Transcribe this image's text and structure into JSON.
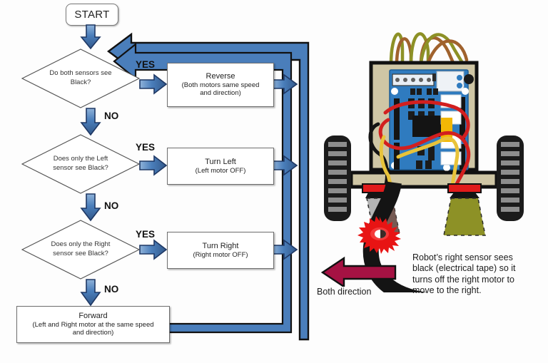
{
  "diagram": {
    "title": "Line-following robot decision flowchart",
    "colors": {
      "arrow_blue_fill": "#4a7ebb",
      "arrow_blue_stroke": "#1f3864",
      "loop_blue": "#4a7ebb",
      "loop_stroke": "#111111",
      "box_border": "#6e6e6e",
      "box_fill": "#ffffff",
      "magenta_arrow": "#a51243",
      "tape_black": "#141414",
      "sensor_olive": "#8d9126",
      "sensor_gray": "#b3b3b3",
      "board_blue": "#2f7bbf",
      "chassis_tan": "#cfc6a5"
    },
    "start": {
      "label": "START"
    },
    "decisions": [
      {
        "id": "d1",
        "line1": "Do both sensors see",
        "line2": "Black?",
        "yes_label": "YES",
        "no_label": "NO"
      },
      {
        "id": "d2",
        "line1": "Does only the Left",
        "line2": "sensor see Black?",
        "yes_label": "YES",
        "no_label": "NO"
      },
      {
        "id": "d3",
        "line1": "Does only  the Right",
        "line2": "sensor see Black?",
        "yes_label": "YES",
        "no_label": "NO"
      }
    ],
    "processes": [
      {
        "id": "p1",
        "title": "Reverse",
        "sub1": "(Both motors same speed",
        "sub2": "and direction)"
      },
      {
        "id": "p2",
        "title": "Turn Left",
        "sub1": "(Left motor OFF)",
        "sub2": ""
      },
      {
        "id": "p3",
        "title": "Turn Right",
        "sub1": "(Right motor  OFF)",
        "sub2": ""
      },
      {
        "id": "p4",
        "title": "Forward",
        "sub1": "(Left and Right motor at the same speed",
        "sub2": "and direction)"
      }
    ]
  },
  "photo": {
    "caption": {
      "line1": "Robot’s right sensor sees",
      "line2": "black (electrical tape) so it",
      "line3": "turns off the right motor to",
      "line4": "move to the right."
    },
    "both_direction_label": "Both direction",
    "icons": {
      "left_arrow": "left-arrow-icon",
      "wheel": "wheel-icon",
      "sensor": "ir-sensor-icon",
      "board": "arduino-motor-shield-icon",
      "tape": "black-electrical-tape-icon"
    }
  }
}
